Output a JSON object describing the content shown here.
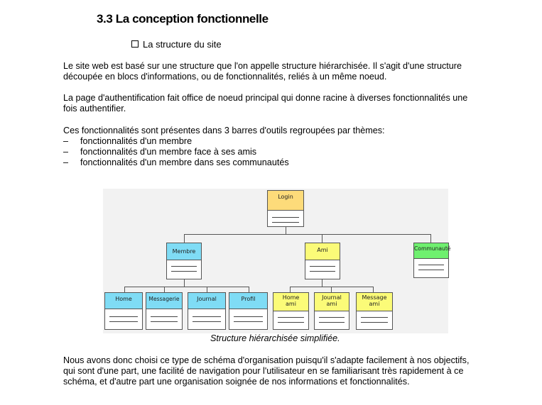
{
  "section": {
    "title": "3.3 La conception fonctionnelle",
    "subtitle": "La  structure du site"
  },
  "paragraphs": {
    "p1_l1": "Le site web est basé sur une structure que l'on appelle structure hiérarchisée. Il s'agit d'une structure",
    "p1_l2": "découpée en blocs d'informations, ou de fonctionnalités, reliés à un même noeud.",
    "p2_l1": "La page d'authentification fait office de noeud principal qui donne racine à diverses fonctionnalités une",
    "p2_l2": "fois authentifier.",
    "p3_l1": "Ces fonctionnalités sont présentes dans 3 barres d'outils regroupées par thèmes:",
    "p4_l1": "Nous avons donc choisi ce type de schéma d'organisation puisqu'il s'adapte facilement à nos objectifs,",
    "p4_l2": "qui sont d'une part, une facilité de navigation pour l'utilisateur en se familiarisant très rapidement à ce",
    "p4_l3": "schéma, et d'autre part une organisation soignée de nos informations et fonctionnalités."
  },
  "bullets": {
    "dash": "–",
    "items": [
      "fonctionnalités d'un membre",
      "fonctionnalités d'un membre face à ses amis",
      "fonctionnalités d'un membre dans ses communautés"
    ]
  },
  "diagram": {
    "colors": {
      "orange": "#fddb7a",
      "blue": "#7fdcf5",
      "yellow": "#fbfb78",
      "green": "#6ff06f"
    },
    "root": "Login",
    "level1": {
      "membre": "Membre",
      "ami": "Ami",
      "communaute": "Communauté"
    },
    "membre_children": {
      "home": "Home",
      "messagerie": "Messagerie",
      "journal": "Journal",
      "profil": "Profil"
    },
    "ami_children": {
      "home_l1": "Home",
      "home_l2": "ami",
      "journal_l1": "Journal",
      "journal_l2": "ami",
      "message_l1": "Message",
      "message_l2": "ami"
    },
    "caption": "Structure hiérarchisée simplifiée."
  }
}
